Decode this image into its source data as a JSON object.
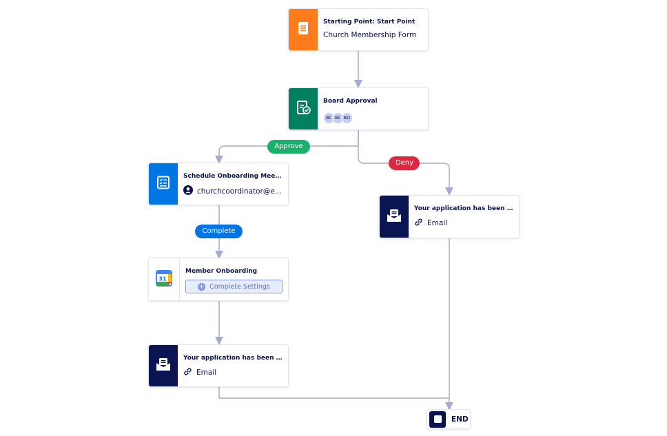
{
  "nodes": {
    "start": {
      "title": "Starting Point: Start Point",
      "subtitle": "Church Membership Form",
      "icon": "form-icon",
      "color": "#ff7b1c"
    },
    "board_approval": {
      "title": "Board Approval",
      "avatars": [
        "BC",
        "BC",
        "BO"
      ],
      "icon": "approval-icon",
      "color": "#00805e"
    },
    "schedule": {
      "title": "Schedule Onboarding Meeting",
      "assignee": "churchcoordinator@e...",
      "icon": "task-list-icon",
      "color": "#0075e3"
    },
    "member_onboarding": {
      "title": "Member Onboarding",
      "action_label": "Complete Settings",
      "icon": "google-calendar-icon",
      "calendar_day": "31"
    },
    "approved_email": {
      "title": "Your application has been ap...",
      "subtitle": "Email",
      "icon": "envelope-icon",
      "color": "#0a1551"
    },
    "denied_email": {
      "title": "Your application has been de...",
      "subtitle": "Email",
      "icon": "envelope-icon",
      "color": "#0a1551"
    },
    "end": {
      "label": "END"
    }
  },
  "branches": {
    "approve": {
      "label": "Approve",
      "color": "#18b06a"
    },
    "deny": {
      "label": "Deny",
      "color": "#dc2941"
    },
    "complete": {
      "label": "Complete",
      "color": "#0075e3"
    }
  },
  "colors": {
    "connector": "#a3abd1"
  }
}
